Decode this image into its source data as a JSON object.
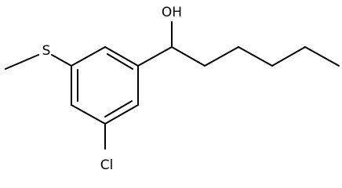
{
  "molecule": {
    "atoms": {
      "hydroxyl": "OH",
      "sulfur": "S",
      "chlorine": "Cl"
    }
  }
}
